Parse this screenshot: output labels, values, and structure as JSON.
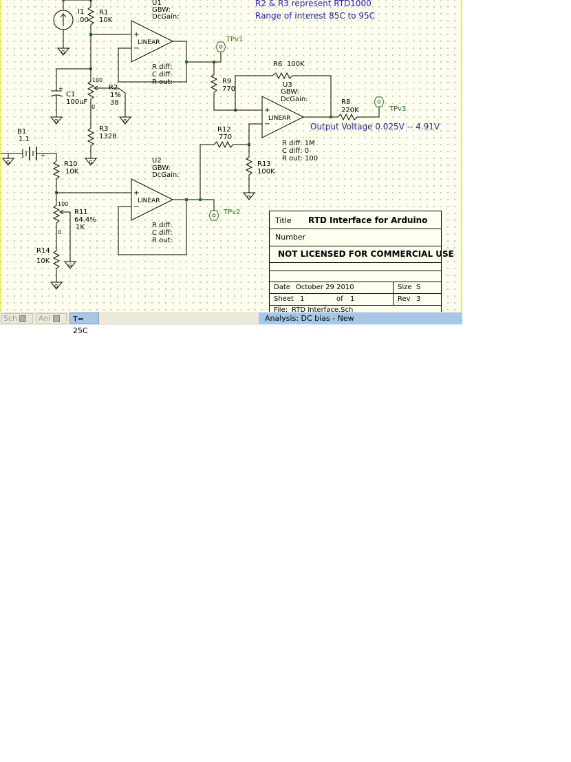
{
  "notes": {
    "rtd": "R2 & R3 represent RTD1000",
    "range": "Range of interest 85C to 95C",
    "output": "Output Voltage 0.025V -- 4.91V"
  },
  "components": {
    "i1": {
      "ref": "I1",
      "value": ".00"
    },
    "r1": {
      "ref": "R1",
      "value": "10K"
    },
    "u1": {
      "ref": "U1",
      "gbw": "GBW:",
      "dcgain": "DcGain:",
      "body": "LINEAR",
      "rdiff": "R diff:",
      "cdiff": "C diff:",
      "rout": "R out:"
    },
    "c1": {
      "ref": "C1",
      "value": "100uF"
    },
    "r2": {
      "ref": "R2",
      "pct": "1%",
      "value": "38",
      "top": "100",
      "bottom": "0"
    },
    "r3": {
      "ref": "R3",
      "value": "1328"
    },
    "r9": {
      "ref": "R9",
      "value": "770"
    },
    "r6": {
      "ref": "R6",
      "value": "100K"
    },
    "u3": {
      "ref": "U3",
      "gbw": "GBW:",
      "dcgain": "DcGain:",
      "body": "LINEAR",
      "rdiff": "R diff:  1M",
      "cdiff": "C diff:  0",
      "rout": "R out:  100"
    },
    "r8": {
      "ref": "R8",
      "value": "220K"
    },
    "b1": {
      "ref": "B1",
      "value": "1.1"
    },
    "r10": {
      "ref": "R10",
      "value": "10K"
    },
    "r12": {
      "ref": "R12",
      "value": "770"
    },
    "r13": {
      "ref": "R13",
      "value": "100K"
    },
    "u2": {
      "ref": "U2",
      "gbw": "GBW:",
      "dcgain": "DcGain:",
      "body": "LINEAR",
      "rdiff": "R diff:",
      "cdiff": "C diff:",
      "rout": "R out:"
    },
    "r11": {
      "ref": "R11",
      "pct": "64.4%",
      "value": "1K",
      "top": "100",
      "bottom": "0"
    },
    "r14": {
      "ref": "R14",
      "value": "10K"
    }
  },
  "testpoints": {
    "tpv1": "TPv1",
    "tpv2": "TPv2",
    "tpv3": "TPv3"
  },
  "ground_label": "G",
  "opamp_plus": "+",
  "opamp_minus": "−",
  "titleblock": {
    "title_label": "Title",
    "title_value": "RTD Interface for Arduino",
    "number_label": "Number",
    "license": "NOT LICENSED FOR COMMERCIAL USE",
    "date_label": "Date",
    "date_value": "October 29 2010",
    "size_label": "Size",
    "size_value": "S",
    "sheet_label": "Sheet",
    "sheet_value": "1",
    "of_label": "of",
    "of_value": "1",
    "rev_label": "Rev",
    "rev_value": "3",
    "file_label": "File:",
    "file_value": "RTD Interface.Sch"
  },
  "statusbar": {
    "sch_tab": "Sch",
    "anl_tab": "Anl",
    "temperature": "T= 25C",
    "analysis": "Analysis:  DC bias - New"
  },
  "colors": {
    "canvas": "#fffff0",
    "annotation_blue": "#2020c0",
    "testpoint_green": "#1a7a1a",
    "statusbar_field": "#a7c7e7"
  }
}
